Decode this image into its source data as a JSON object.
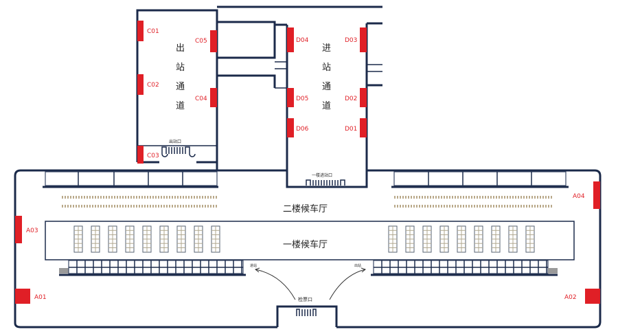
{
  "gates": {
    "C01": {
      "label": "C01"
    },
    "C02": {
      "label": "C02"
    },
    "C03": {
      "label": "C03"
    },
    "C04": {
      "label": "C04"
    },
    "C05": {
      "label": "C05"
    },
    "D01": {
      "label": "D01"
    },
    "D02": {
      "label": "D02"
    },
    "D03": {
      "label": "D03"
    },
    "D04": {
      "label": "D04"
    },
    "D05": {
      "label": "D05"
    },
    "D06": {
      "label": "D06"
    },
    "A01": {
      "label": "A01"
    },
    "A02": {
      "label": "A02"
    },
    "A03": {
      "label": "A03"
    },
    "A04": {
      "label": "A04"
    }
  },
  "areas": {
    "exit_passage": [
      "出",
      "站",
      "通",
      "道"
    ],
    "entry_passage": [
      "进",
      "站",
      "通",
      "道"
    ],
    "second_floor_hall": "二楼候车厅",
    "first_floor_hall": "一楼候车厅",
    "exit_port": "出站口",
    "first_floor_entry_port": "一楼进站口",
    "ticket_check": "检票口",
    "left_arrow_label": "进站",
    "right_arrow_label": "出站"
  },
  "colors": {
    "gate": "#e01f26",
    "wall": "#1b2a4a"
  }
}
